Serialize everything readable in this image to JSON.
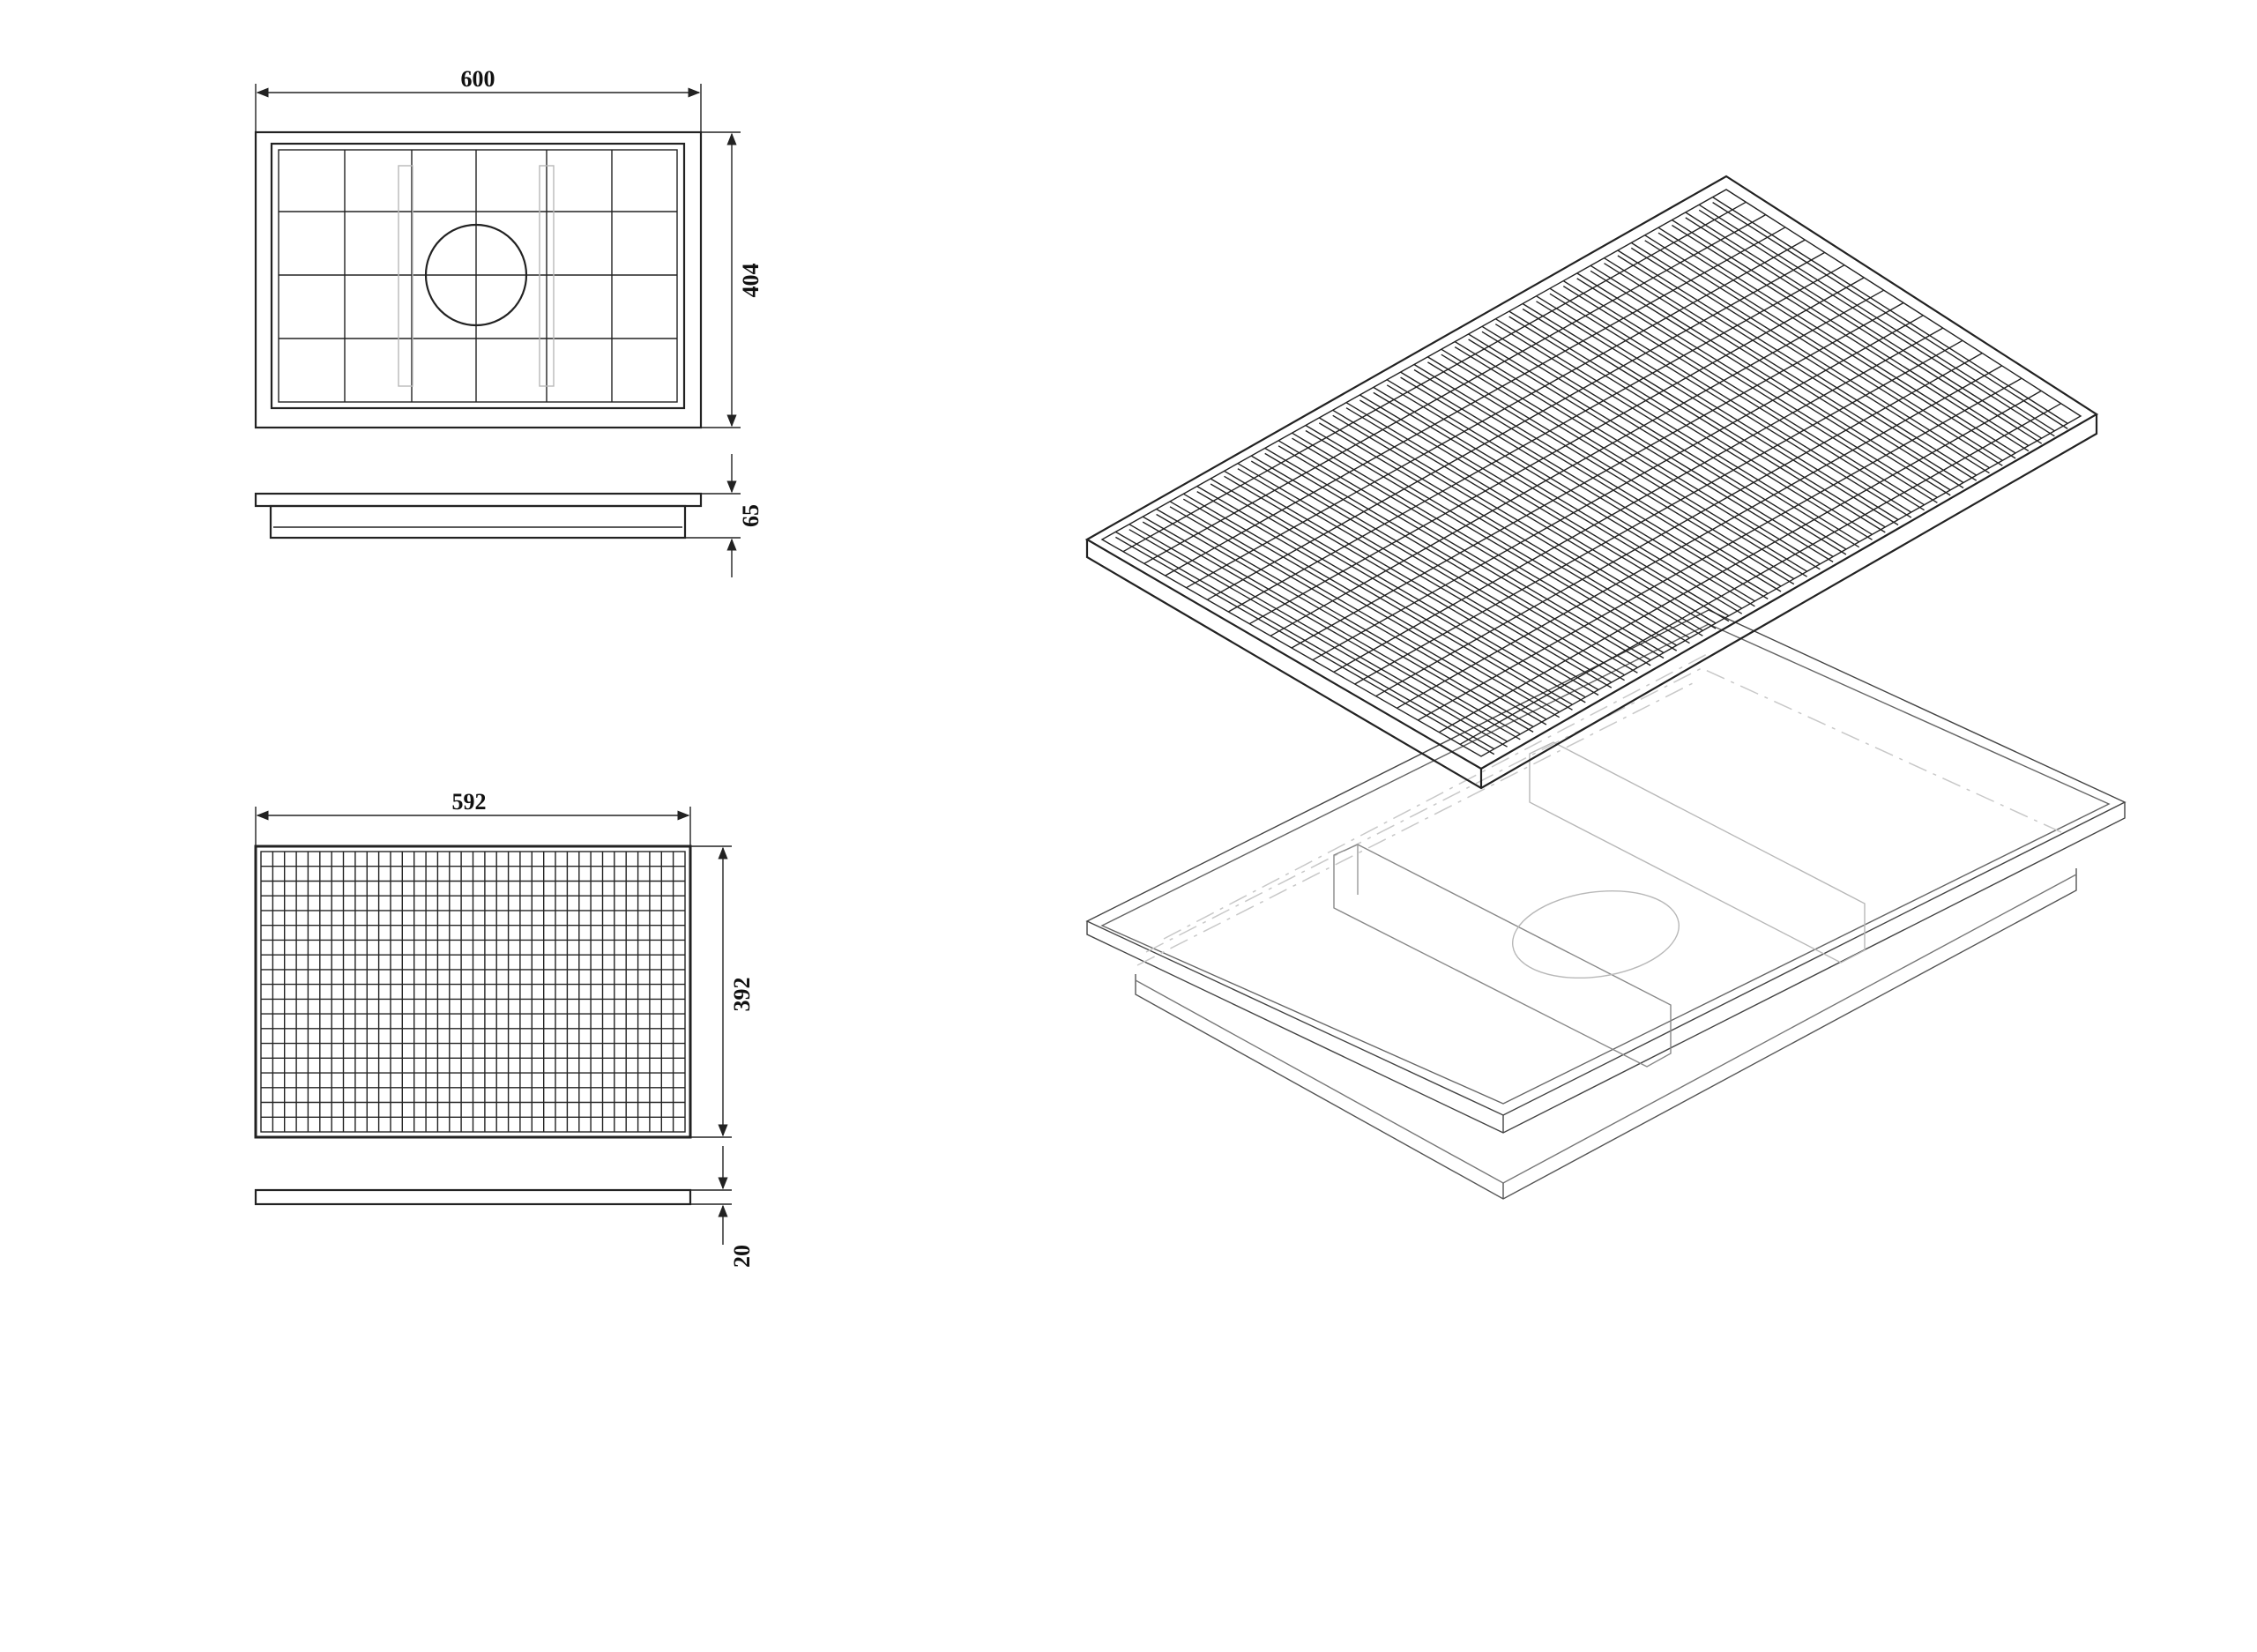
{
  "drawing": {
    "frame": {
      "top_view": {
        "width_label": "600",
        "height_label": "404"
      },
      "side_view": {
        "height_label": "65"
      }
    },
    "grating": {
      "top_view": {
        "width_label": "592",
        "height_label": "392"
      },
      "side_view": {
        "thickness_label": "20"
      }
    }
  },
  "colors": {
    "line": "#222222",
    "faint": "#b8b8b8",
    "background": "#ffffff"
  }
}
